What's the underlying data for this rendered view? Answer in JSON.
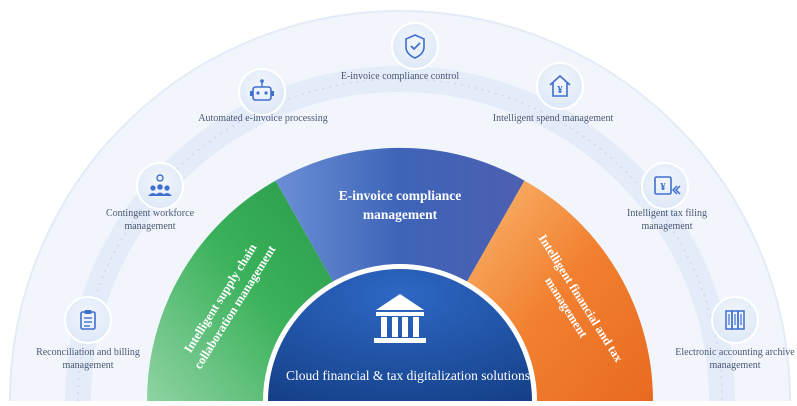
{
  "colors": {
    "outer_arc": "#eaf1fb",
    "dotted_ring": "#d6e3f5",
    "node_bg": "#e4edf9",
    "icon": "#3f6fd1",
    "left_segment": "#3ab15a",
    "top_segment": "#3e64b8",
    "right_segment": "#f28030",
    "core": "#1f4f9f",
    "label_text": "#4b5875"
  },
  "center": {
    "title": "Cloud financial & tax digitalization solutions",
    "icon": "bank-icon"
  },
  "segments": [
    {
      "id": "left",
      "label": "Intelligent supply chain collaboration management"
    },
    {
      "id": "top",
      "label": "E-invoice compliance management"
    },
    {
      "id": "right",
      "label": "Intelligent financial and tax management"
    }
  ],
  "nodes": [
    {
      "id": "reconciliation",
      "icon": "clipboard-list-icon",
      "label": "Reconciliation and billing management"
    },
    {
      "id": "workforce",
      "icon": "team-idea-icon",
      "label": "Contingent workforce management"
    },
    {
      "id": "automated",
      "icon": "robot-icon",
      "label": "Automated e-invoice processing"
    },
    {
      "id": "compliance",
      "icon": "shield-check-icon",
      "label": "E-invoice compliance control"
    },
    {
      "id": "spend",
      "icon": "yuan-house-icon",
      "label": "Intelligent spend management"
    },
    {
      "id": "taxfiling",
      "icon": "yuan-filing-icon",
      "label": "Intelligent tax filing management"
    },
    {
      "id": "archive",
      "icon": "archive-binders-icon",
      "label": "Electronic accounting archive management"
    }
  ]
}
